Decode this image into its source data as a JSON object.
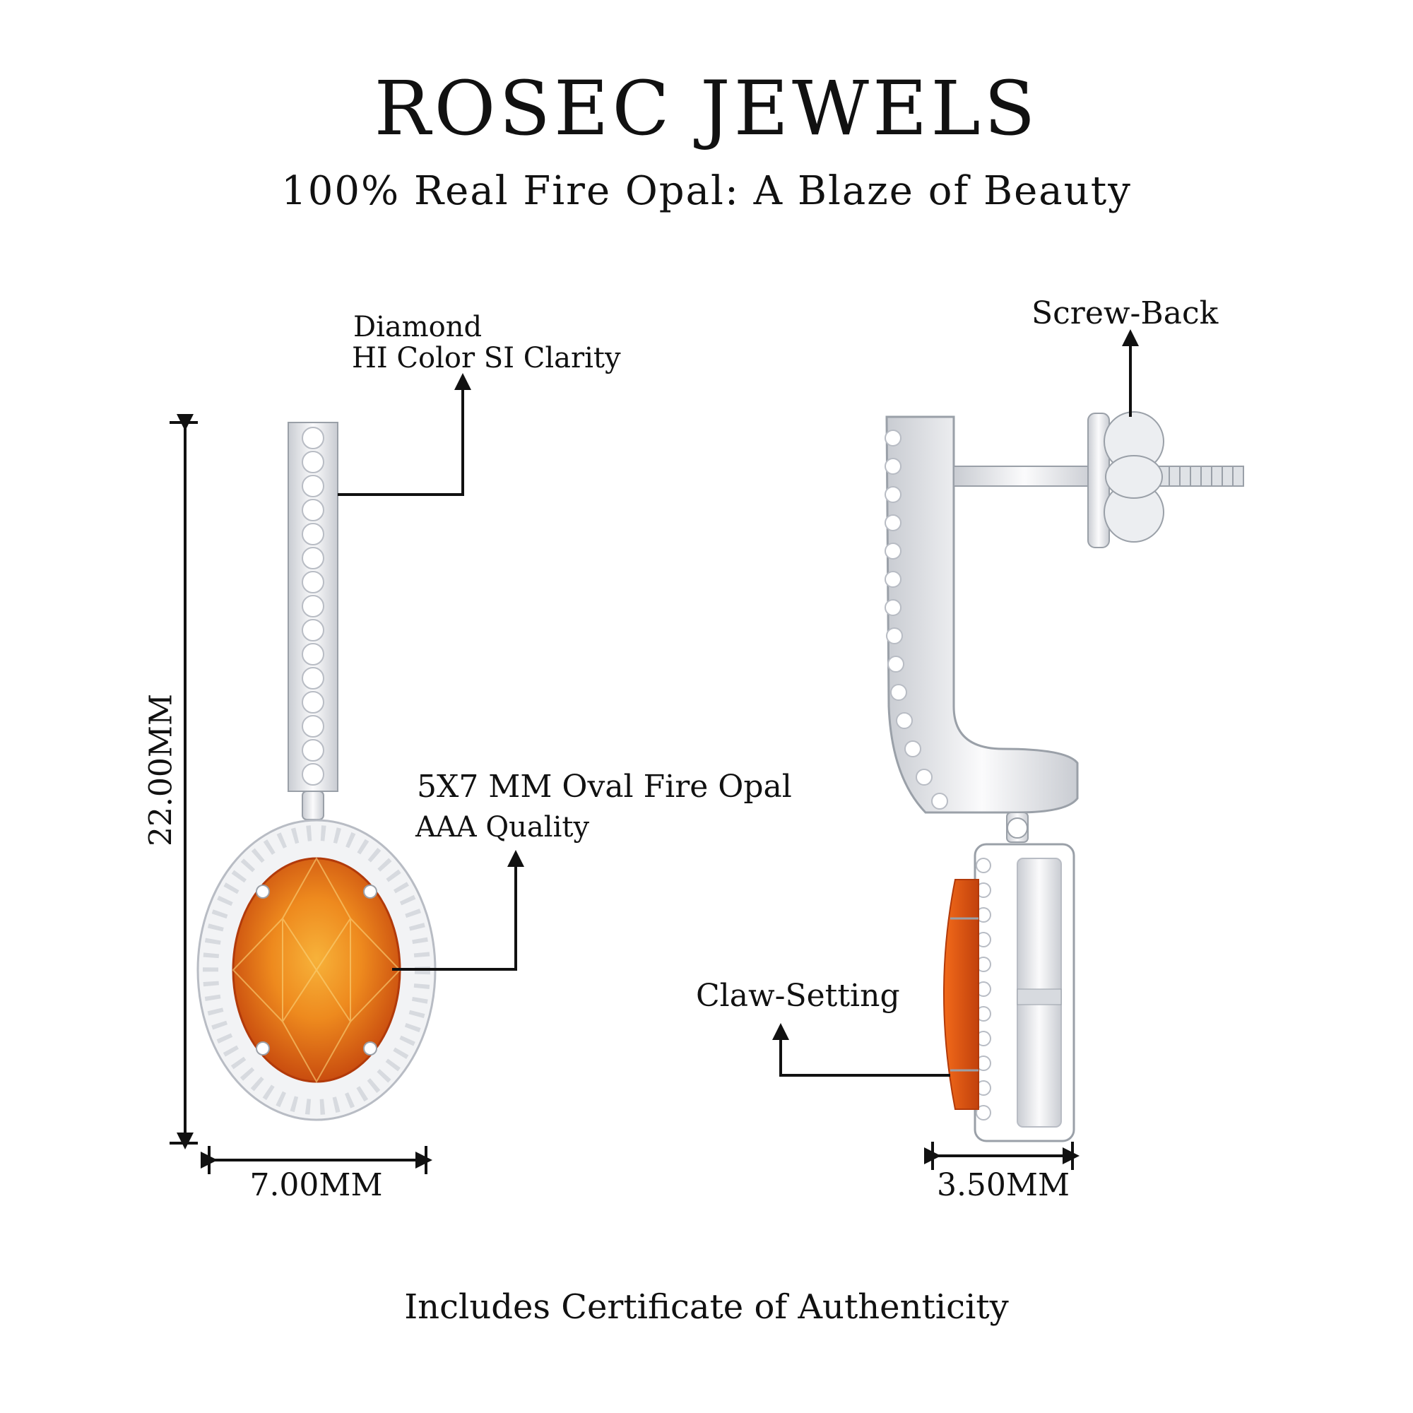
{
  "header": {
    "brand": "ROSEC JEWELS",
    "subtitle": "100% Real Fire Opal: A Blaze of Beauty"
  },
  "callouts": {
    "diamond": {
      "line1": "Diamond",
      "line2": "HI Color SI Clarity"
    },
    "opal": {
      "line1": "5X7 MM Oval Fire Opal",
      "line2": "AAA Quality"
    },
    "screw_back": "Screw-Back",
    "claw_setting": "Claw-Setting"
  },
  "dimensions": {
    "length": "22.00MM",
    "width": "7.00MM",
    "depth": "3.50MM"
  },
  "footer": "Includes Certificate of Authenticity",
  "colors": {
    "opal": "#e8701a",
    "metal": "#e6e8ec",
    "line": "#111111"
  }
}
